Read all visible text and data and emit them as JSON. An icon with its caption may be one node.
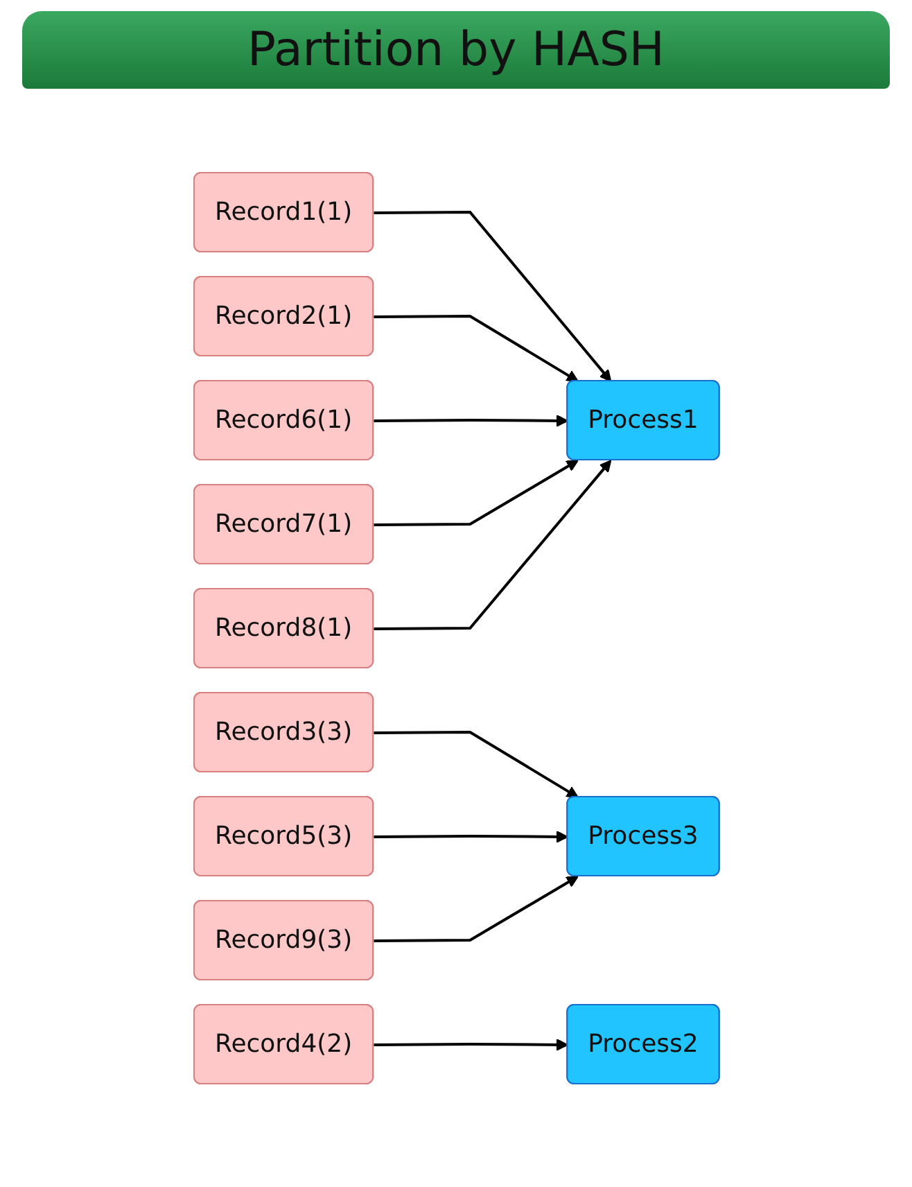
{
  "diagram": {
    "title": "Partition by HASH",
    "nodes": [
      {
        "text": [
          "Record1(1)"
        ]
      },
      {
        "text": [
          "Record2(1)"
        ]
      },
      {
        "text": [
          "Record3(3)"
        ]
      },
      {
        "text": [
          "Record4(2)"
        ]
      },
      {
        "text": [
          "Record5(3)"
        ]
      },
      {
        "text": [
          "Record6(1)"
        ]
      },
      {
        "text": [
          "Record7(1)"
        ]
      },
      {
        "text": [
          "Record8(1)"
        ]
      },
      {
        "text": [
          "Record9(3)"
        ]
      },
      {
        "text": [
          "Process1"
        ]
      },
      {
        "text": [
          "Process2"
        ]
      },
      {
        "text": [
          "Process3"
        ]
      }
    ],
    "edges": [
      {
        "from": 0,
        "to": 9,
        "arrow": "to"
      },
      {
        "from": 1,
        "to": 9,
        "arrow": "to"
      },
      {
        "from": 2,
        "to": 11,
        "arrow": "to"
      },
      {
        "from": 3,
        "to": 10,
        "arrow": "to"
      },
      {
        "from": 4,
        "to": 11,
        "arrow": "to"
      },
      {
        "from": 5,
        "to": 9,
        "arrow": "to"
      },
      {
        "from": 6,
        "to": 9,
        "arrow": "to"
      },
      {
        "from": 7,
        "to": 9,
        "arrow": "to"
      },
      {
        "from": 8,
        "to": 11,
        "arrow": "to"
      }
    ]
  }
}
